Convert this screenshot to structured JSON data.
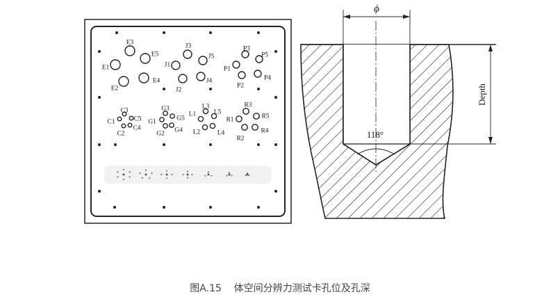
{
  "caption": "图A.15    体空间分辨力测试卡孔位及孔深",
  "plate": {
    "groups": [
      {
        "name": "E",
        "labels": [
          "E1",
          "E2",
          "E3",
          "E4",
          "E5"
        ]
      },
      {
        "name": "J",
        "labels": [
          "J1",
          "J2",
          "J3",
          "J4",
          "J5"
        ]
      },
      {
        "name": "P",
        "labels": [
          "P1",
          "P2",
          "P3",
          "P4",
          "P5"
        ]
      },
      {
        "name": "C",
        "labels": [
          "C1",
          "C2",
          "C3",
          "C4",
          "C5"
        ]
      },
      {
        "name": "G",
        "labels": [
          "G1",
          "G2",
          "G3",
          "G4",
          "G5"
        ]
      },
      {
        "name": "L",
        "labels": [
          "L1",
          "L2",
          "L3",
          "L4",
          "L5"
        ]
      },
      {
        "name": "R",
        "labels": [
          "R1",
          "R2",
          "R3",
          "R4",
          "R5"
        ]
      }
    ]
  },
  "section": {
    "diameter_symbol": "ϕ",
    "tip_angle": "118°",
    "depth_label": "Depth"
  }
}
